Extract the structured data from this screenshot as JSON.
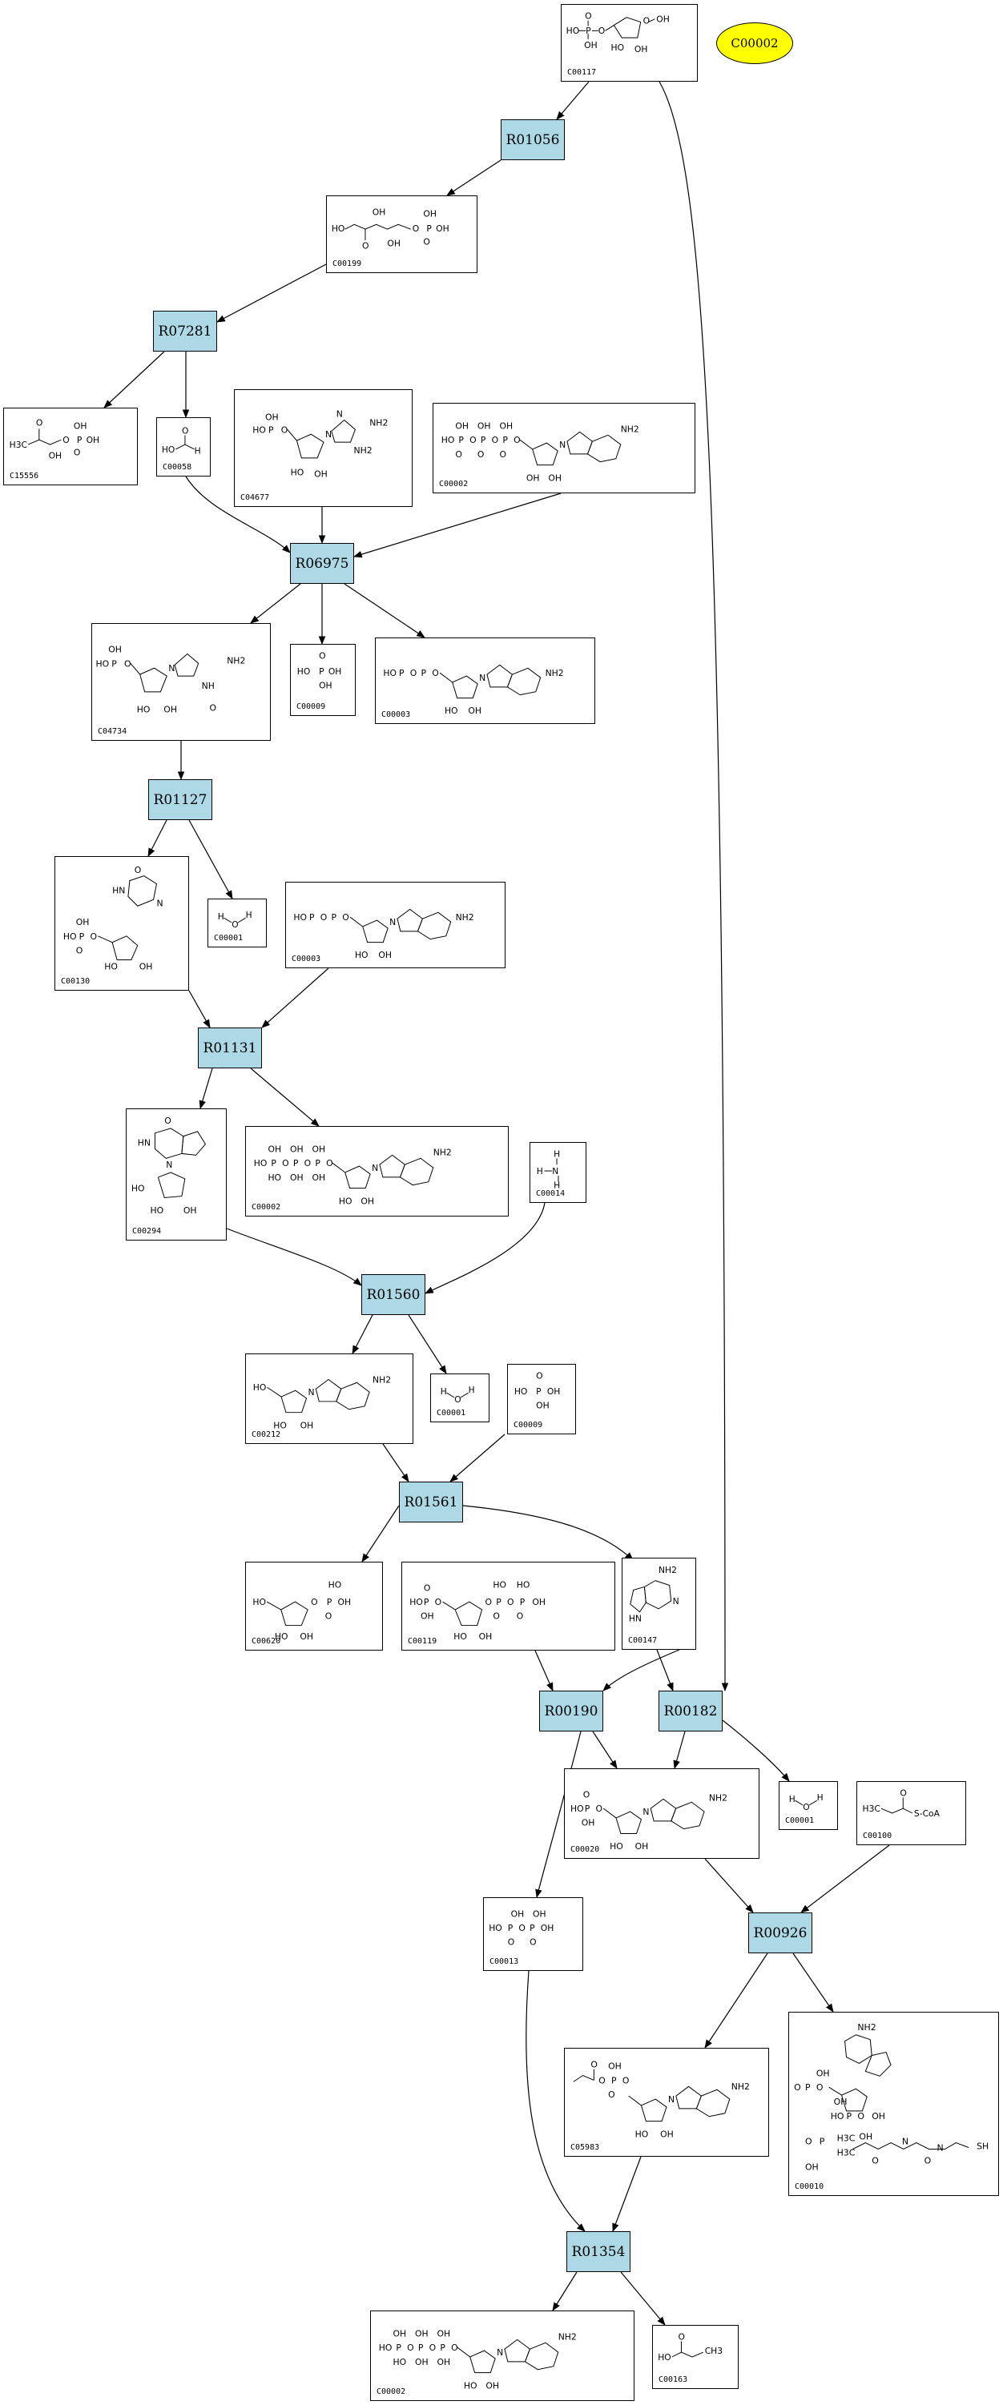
{
  "map": {
    "start_compound": "C00002",
    "compound_ids": {
      "c00117": "C00117",
      "c00199": "C00199",
      "c15556": "C15556",
      "c00058": "C00058",
      "c04677": "C04677",
      "c00002_a": "C00002",
      "c04734": "C04734",
      "c00009_a": "C00009",
      "c00003_a": "C00003",
      "c00130": "C00130",
      "c00001_a": "C00001",
      "c00003_b": "C00003",
      "c00294": "C00294",
      "c00002_b": "C00002",
      "c00014": "C00014",
      "c00212": "C00212",
      "c00001_b": "C00001",
      "c00009_b": "C00009",
      "c00620": "C00620",
      "c00119": "C00119",
      "c00147": "C00147",
      "c00020": "C00020",
      "c00001_c": "C00001",
      "c00100": "C00100",
      "c00013": "C00013",
      "c05983": "C05983",
      "c00010": "C00010",
      "c00002_c": "C00002",
      "c00163": "C00163"
    },
    "reactions": {
      "r01056": "R01056",
      "r07281": "R07281",
      "r06975": "R06975",
      "r01127": "R01127",
      "r01131": "R01131",
      "r01560": "R01560",
      "r01561": "R01561",
      "r00190": "R00190",
      "r00182": "R00182",
      "r00926": "R00926",
      "r01354": "R01354"
    },
    "atoms": {
      "ho": "HO",
      "oh": "OH",
      "o": "O",
      "p": "P",
      "nh2": "NH2",
      "n": "N",
      "h": "H",
      "hn": "HN",
      "h3c": "H3C",
      "ch3": "CH3",
      "coa": "S-CoA",
      "sh": "SH",
      "nh": "NH"
    }
  }
}
